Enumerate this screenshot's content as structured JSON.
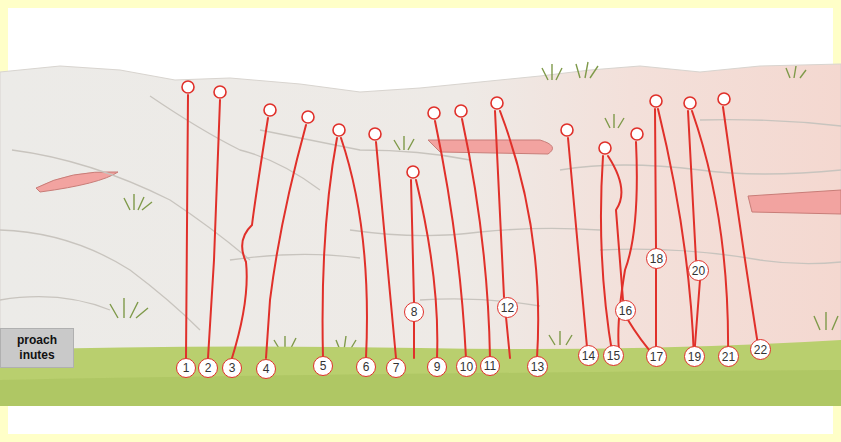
{
  "diagram": {
    "nodes": [
      {
        "text": [
          "proach inutes"
        ]
      },
      {
        "text": [
          "1"
        ]
      },
      {
        "text": [
          "2"
        ]
      },
      {
        "text": [
          "3"
        ]
      },
      {
        "text": [
          "4"
        ]
      },
      {
        "text": [
          "5"
        ]
      },
      {
        "text": [
          "6"
        ]
      },
      {
        "text": [
          "7"
        ]
      },
      {
        "text": [
          "8"
        ]
      },
      {
        "text": [
          "9"
        ]
      },
      {
        "text": [
          "10"
        ]
      },
      {
        "text": [
          "11"
        ]
      },
      {
        "text": [
          "12"
        ]
      },
      {
        "text": [
          "13"
        ]
      },
      {
        "text": [
          "14"
        ]
      },
      {
        "text": [
          "15"
        ]
      },
      {
        "text": [
          "16"
        ]
      },
      {
        "text": [
          "17"
        ]
      },
      {
        "text": [
          "18"
        ]
      },
      {
        "text": [
          "19"
        ]
      },
      {
        "text": [
          "20"
        ]
      },
      {
        "text": [
          "21"
        ]
      },
      {
        "text": [
          "22"
        ]
      }
    ]
  }
}
